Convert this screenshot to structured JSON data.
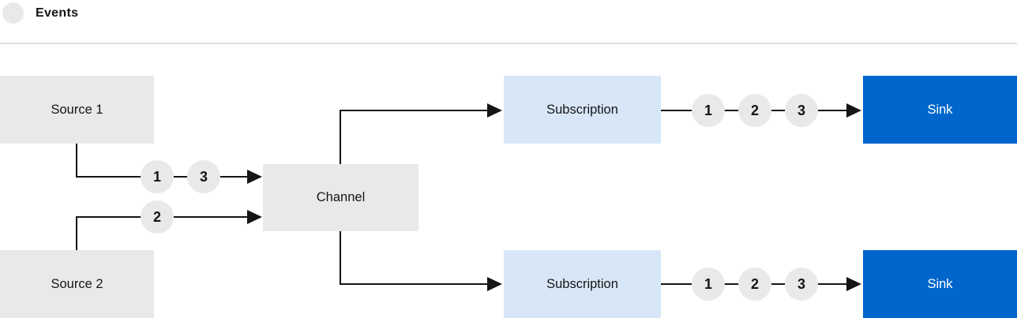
{
  "legend": {
    "label": "Events",
    "marker_icon": "event-circle"
  },
  "colors": {
    "node_gray": "#E9E9E9",
    "subscription_blue": "#D7E7F8",
    "sink_blue": "#0066CC",
    "ink": "#151515",
    "line": "#151515",
    "divider": "#DEDEDE"
  },
  "nodes": {
    "source1": {
      "label": "Source 1"
    },
    "source2": {
      "label": "Source 2"
    },
    "channel": {
      "label": "Channel"
    },
    "subscription_top": {
      "label": "Subscription"
    },
    "subscription_bottom": {
      "label": "Subscription"
    },
    "sink_top": {
      "label": "Sink"
    },
    "sink_bottom": {
      "label": "Sink"
    }
  },
  "event_markers": {
    "source1_to_channel": [
      "1",
      "3"
    ],
    "source2_to_channel": [
      "2"
    ],
    "subscription_top_to_sink": [
      "1",
      "2",
      "3"
    ],
    "subscription_bottom_to_sink": [
      "1",
      "2",
      "3"
    ]
  }
}
